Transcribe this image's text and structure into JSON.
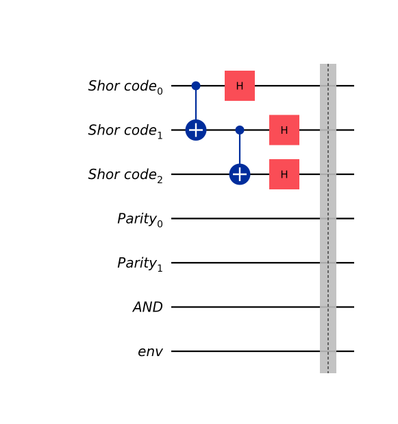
{
  "circuit": {
    "qubits": [
      {
        "name": "Shor code",
        "index": "0"
      },
      {
        "name": "Shor code",
        "index": "1"
      },
      {
        "name": "Shor code",
        "index": "2"
      },
      {
        "name": "Parity",
        "index": "0"
      },
      {
        "name": "Parity",
        "index": "1"
      },
      {
        "name": "AND",
        "index": ""
      },
      {
        "name": "env",
        "index": ""
      }
    ],
    "gates": [
      {
        "type": "cx",
        "control": 0,
        "target": 1,
        "step": 0
      },
      {
        "type": "h",
        "label": "H",
        "qubit": 0,
        "step": 1
      },
      {
        "type": "cx",
        "control": 1,
        "target": 2,
        "step": 1
      },
      {
        "type": "h",
        "label": "H",
        "qubit": 1,
        "step": 2
      },
      {
        "type": "h",
        "label": "H",
        "qubit": 2,
        "step": 2
      }
    ],
    "barrier": {
      "step": 4,
      "span": "all"
    },
    "colors": {
      "wire": "#000000",
      "cx": "#002D9C",
      "h": "#FA4D56",
      "barrier": "#BDBDBD"
    }
  }
}
